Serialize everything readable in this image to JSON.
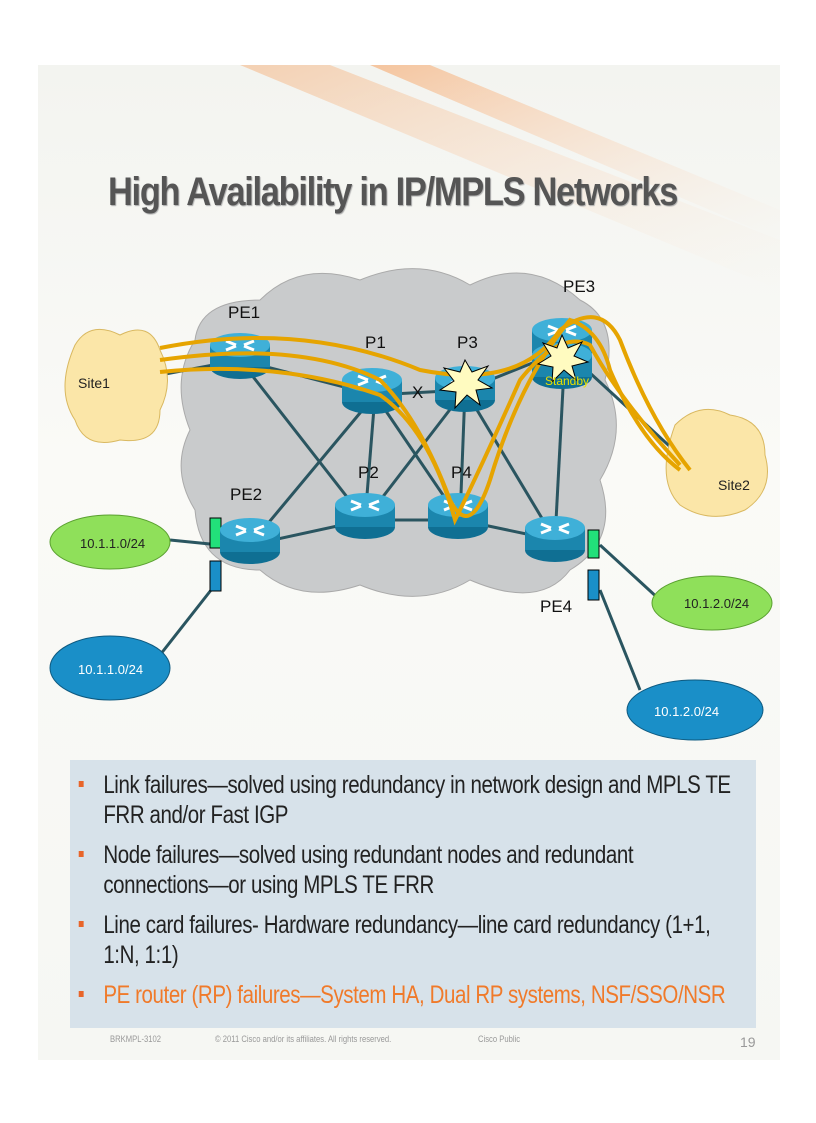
{
  "title": "High Availability in IP/MPLS Networks",
  "diagram": {
    "routers": {
      "pe1": "PE1",
      "pe2": "PE2",
      "pe3": "PE3",
      "pe4": "PE4",
      "p1": "P1",
      "p2": "P2",
      "p3": "P3",
      "p4": "P4"
    },
    "standby_label": "Standby",
    "failure_mark": "X",
    "sites": {
      "site1": "Site1",
      "site2": "Site2"
    },
    "subnets": {
      "left_green": "10.1.1.0/24",
      "left_blue": "10.1.1.0/24",
      "right_green": "10.1.2.0/24",
      "right_blue": "10.1.2.0/24"
    },
    "colors": {
      "path": "#e6a400",
      "router": "#1e8fb8",
      "cloud": "#c9cbcc",
      "site": "#fbe6a8",
      "green_subnet": "#8fe05a",
      "blue_subnet": "#1a8fc8"
    }
  },
  "bullets": [
    {
      "text": "Link failures—solved using redundancy in network design and MPLS TE FRR and/or Fast IGP"
    },
    {
      "text": "Node failures—solved using redundant nodes and redundant connections—or using MPLS TE FRR"
    },
    {
      "text": "Line card failures- Hardware redundancy—line card redundancy (1+1, 1:N, 1:1)"
    },
    {
      "text": "PE router (RP) failures—System HA, Dual RP systems, NSF/SSO/NSR"
    }
  ],
  "footer": {
    "code": "BRKMPL-3102",
    "copyright": "© 2011 Cisco and/or its affiliates. All rights reserved.",
    "classification": "Cisco Public",
    "page": "19"
  }
}
